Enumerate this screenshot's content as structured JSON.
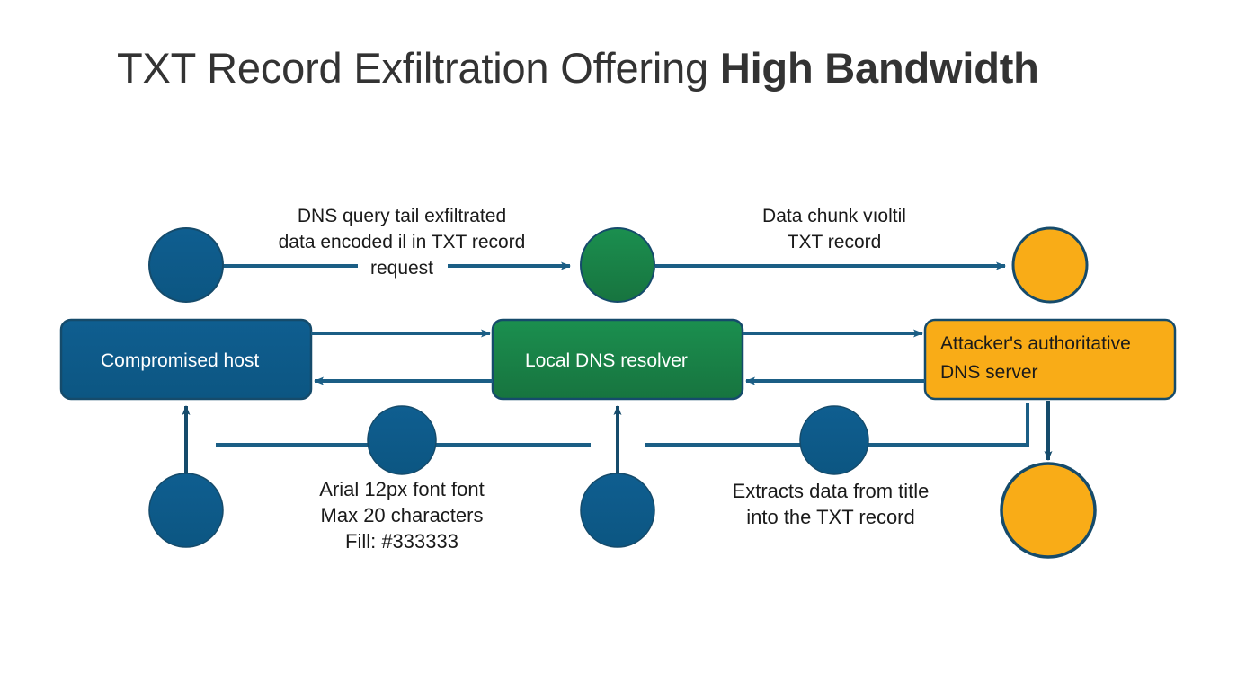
{
  "title": {
    "normal": "TXT Record Exfiltration Offering ",
    "bold": "High Bandwidth"
  },
  "colors": {
    "blue": "#0d5b8c",
    "green": "#1b8049",
    "orange": "#f9ac17",
    "stroke": "#154b6b",
    "line": "#1b5e85",
    "text_dark": "#333333",
    "text_light": "#ffffff",
    "background": "#ffffff"
  },
  "nodes": {
    "compromised_host": "Compromised host",
    "local_dns_resolver": "Local DNS resolver",
    "attacker_dns_server_line1": "Attacker's authoritative",
    "attacker_dns_server_line2": "DNS server"
  },
  "edge_labels": {
    "query_top": {
      "line1": "DNS query tail exfiltrated",
      "line2": "data encoded il in TXT record",
      "line3": "request"
    },
    "chunk_top": {
      "line1": "Data chunk vıoltil",
      "line2": "TXT record"
    },
    "font_note": {
      "line1": "Arial 12px font font",
      "line2": "Max 20 characters",
      "line3": "Fill: #333333"
    },
    "extract_note": {
      "line1": "Extracts data from title",
      "line2": "into the TXT record"
    }
  },
  "shapes": {
    "circle_top_left": "blue-circle",
    "circle_top_middle": "green-circle",
    "circle_top_right": "orange-circle",
    "circle_bottom_left": "blue-circle",
    "circle_mid_left": "blue-circle",
    "circle_bottom_middle": "blue-circle",
    "circle_mid_right": "blue-circle",
    "circle_bottom_right": "orange-circle"
  }
}
